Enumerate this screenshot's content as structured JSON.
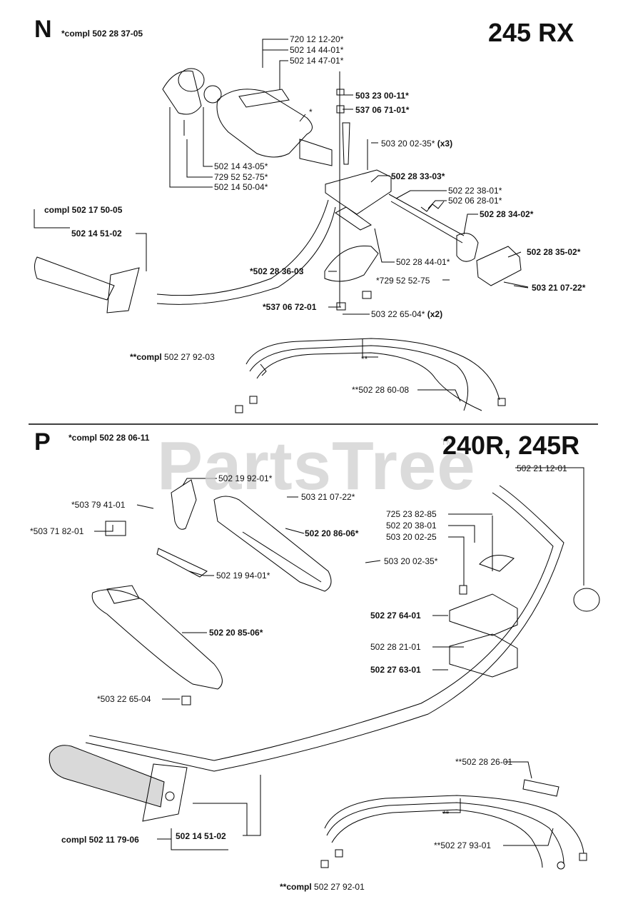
{
  "sectionN": {
    "letter": "N",
    "compl": "*compl 502 28 37-05",
    "model": "245 RX",
    "labels": [
      {
        "text": "720 12 12-20*",
        "bold": false
      },
      {
        "text": "502 14 44-01*",
        "bold": false
      },
      {
        "text": "502 14 47-01*",
        "bold": false
      },
      {
        "text": "503 23 00-11*",
        "bold": true
      },
      {
        "text": "537 06 71-01*",
        "bold": true
      },
      {
        "text": "503 20 02-35*",
        "bold": false,
        "suffix": " (x3)"
      },
      {
        "text": "502 28 33-03*",
        "bold": true
      },
      {
        "text": "502 14 43-05*",
        "bold": false
      },
      {
        "text": "729 52 52-75*",
        "bold": false
      },
      {
        "text": "502 14 50-04*",
        "bold": false
      },
      {
        "text": "502 22 38-01*",
        "bold": false
      },
      {
        "text": "502 06 28-01*",
        "bold": false
      },
      {
        "text": "502 28 34-02*",
        "bold": true
      },
      {
        "text": "compl 502 17 50-05",
        "bold": true
      },
      {
        "text": "502 14 51-02",
        "bold": true
      },
      {
        "text": "502 28 35-02*",
        "bold": true
      },
      {
        "text": "*502 28 36-03",
        "bold": true
      },
      {
        "text": "502 28 44-01*",
        "bold": false
      },
      {
        "text": "*729 52 52-75",
        "bold": false
      },
      {
        "text": "503 21 07-22*",
        "bold": true
      },
      {
        "text": "*537 06 72-01",
        "bold": true
      },
      {
        "text": "503 22 65-04*",
        "bold": false,
        "suffix": " (x2)"
      },
      {
        "text": "**compl",
        "bold": true,
        "suffix": " 502 27 92-03"
      },
      {
        "text": "**",
        "bold": false
      },
      {
        "text": "**502 28 60-08",
        "bold": false
      },
      {
        "text": "*",
        "bold": false
      }
    ]
  },
  "sectionP": {
    "letter": "P",
    "compl": "*compl 502 28 06-11",
    "model": "240R, 245R",
    "labels": [
      {
        "text": "502 19 92-01*",
        "bold": false
      },
      {
        "text": "502 21 12-01",
        "bold": false
      },
      {
        "text": "*503 79 41-01",
        "bold": false
      },
      {
        "text": "503 21 07-22*",
        "bold": false
      },
      {
        "text": "*503 71 82-01",
        "bold": false
      },
      {
        "text": "725 23 82-85",
        "bold": false
      },
      {
        "text": "502 20 38-01",
        "bold": false
      },
      {
        "text": "503 20 02-25",
        "bold": false
      },
      {
        "text": "502 20 86-06*",
        "bold": true
      },
      {
        "text": "503 20 02-35*",
        "bold": false
      },
      {
        "text": "502 19 94-01*",
        "bold": false
      },
      {
        "text": "502 27 64-01",
        "bold": true
      },
      {
        "text": "502 20 85-06*",
        "bold": true
      },
      {
        "text": "502 28 21-01",
        "bold": false
      },
      {
        "text": "502 27 63-01",
        "bold": true
      },
      {
        "text": "*503 22 65-04",
        "bold": false
      },
      {
        "text": "**502 28 26-01",
        "bold": false
      },
      {
        "text": "**",
        "bold": false
      },
      {
        "text": "compl 502 11 79-06",
        "bold": true
      },
      {
        "text": "502 14 51-02",
        "bold": true
      },
      {
        "text": "**502 27 93-01",
        "bold": false
      },
      {
        "text": "**compl",
        "bold": true,
        "suffix": " 502 27 92-01"
      }
    ]
  },
  "watermark": {
    "text": "PartsTree",
    "tm": "TM"
  }
}
